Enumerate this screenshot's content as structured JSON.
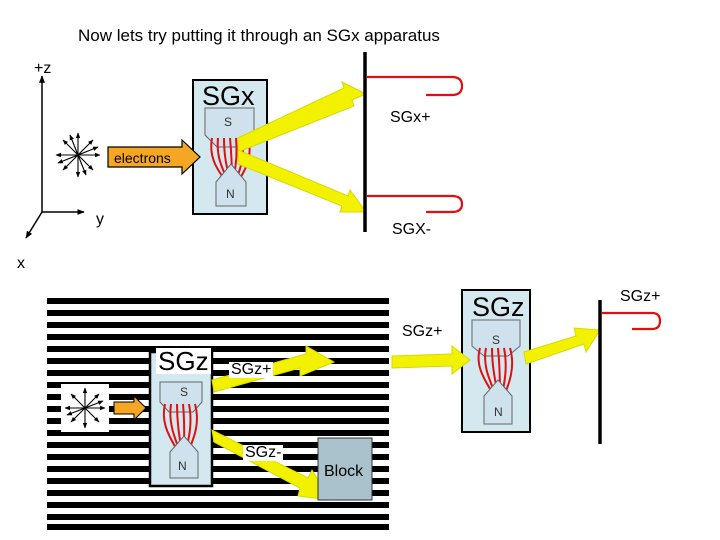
{
  "title": "Now lets try putting it through an SGx apparatus",
  "axes": {
    "z": "+z",
    "y": "y",
    "x": "x"
  },
  "top": {
    "device": "SGx",
    "pole_top": "S",
    "pole_bottom": "N",
    "beam_label": "electrons",
    "out_plus": "SGx+",
    "out_minus": "SGX-"
  },
  "bottom_left": {
    "device": "SGz",
    "pole_top": "S",
    "pole_bottom": "N",
    "out_plus": "SGz+",
    "out_minus": "SGz-",
    "blocker": "Block"
  },
  "bottom_right": {
    "device": "SGz",
    "pole_top": "S",
    "pole_bottom": "N",
    "in_label": "SGz+",
    "out_plus": "SGz+"
  },
  "colors": {
    "beam": "#f2f200",
    "beam_edge": "#c8c800",
    "box_fill": "#d4e8f0",
    "magnet_fill": "#cfe1ec",
    "field_lines": "#e01010",
    "detector_trace": "#e01010",
    "arrow_fill": "#f5a623",
    "block_fill": "#a9c2cc"
  }
}
